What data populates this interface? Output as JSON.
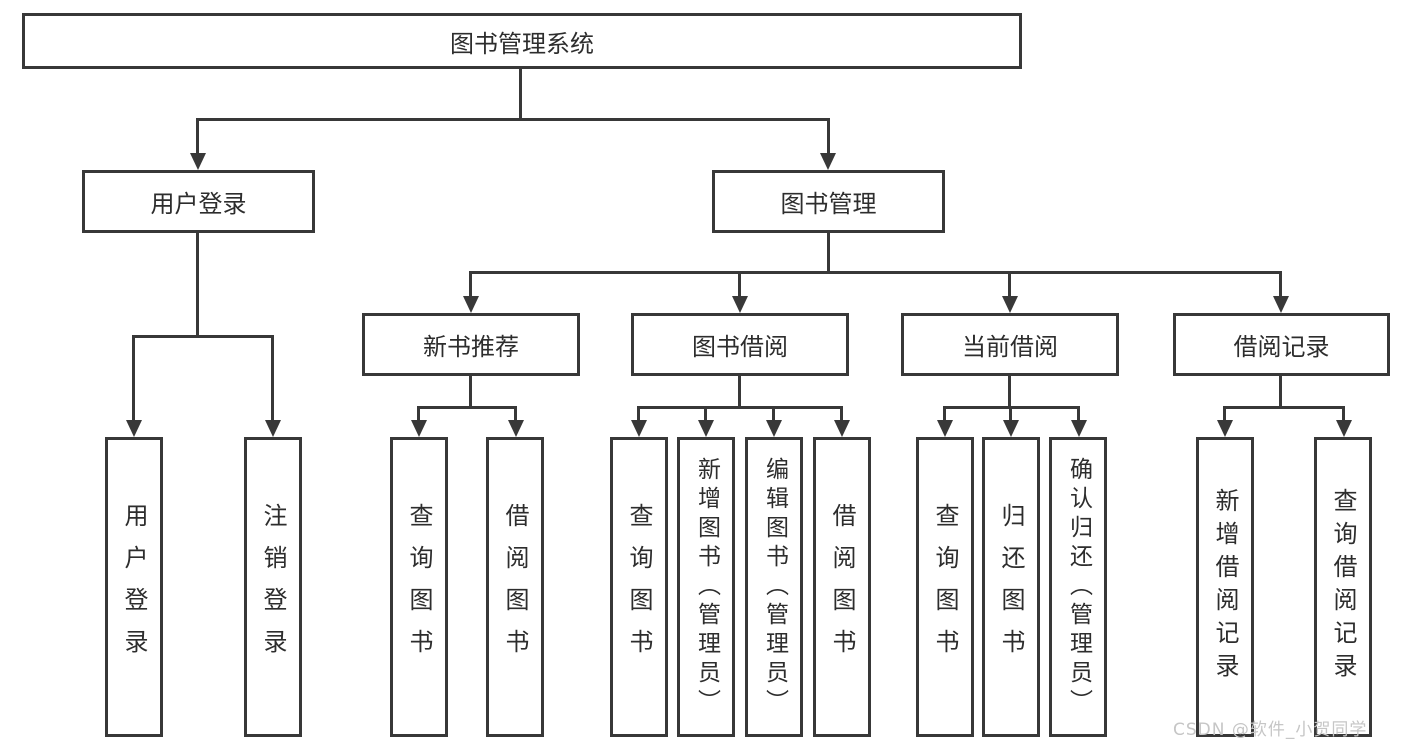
{
  "watermark": "CSDN @软件_小贺同学",
  "tree": {
    "root": {
      "label": "图书管理系统"
    },
    "branches": [
      {
        "label": "用户登录",
        "children": [
          {
            "label": "用户登录"
          },
          {
            "label": "注销登录"
          }
        ]
      },
      {
        "label": "图书管理",
        "children": [
          {
            "label": "新书推荐",
            "children": [
              {
                "label": "查询图书"
              },
              {
                "label": "借阅图书"
              }
            ]
          },
          {
            "label": "图书借阅",
            "children": [
              {
                "label": "查询图书"
              },
              {
                "label": "新增图书（管理员）"
              },
              {
                "label": "编辑图书（管理员）"
              },
              {
                "label": "借阅图书"
              }
            ]
          },
          {
            "label": "当前借阅",
            "children": [
              {
                "label": "查询图书"
              },
              {
                "label": "归还图书"
              },
              {
                "label": "确认归还（管理员）"
              }
            ]
          },
          {
            "label": "借阅记录",
            "children": [
              {
                "label": "新增借阅记录"
              },
              {
                "label": "查询借阅记录"
              }
            ]
          }
        ]
      }
    ]
  }
}
